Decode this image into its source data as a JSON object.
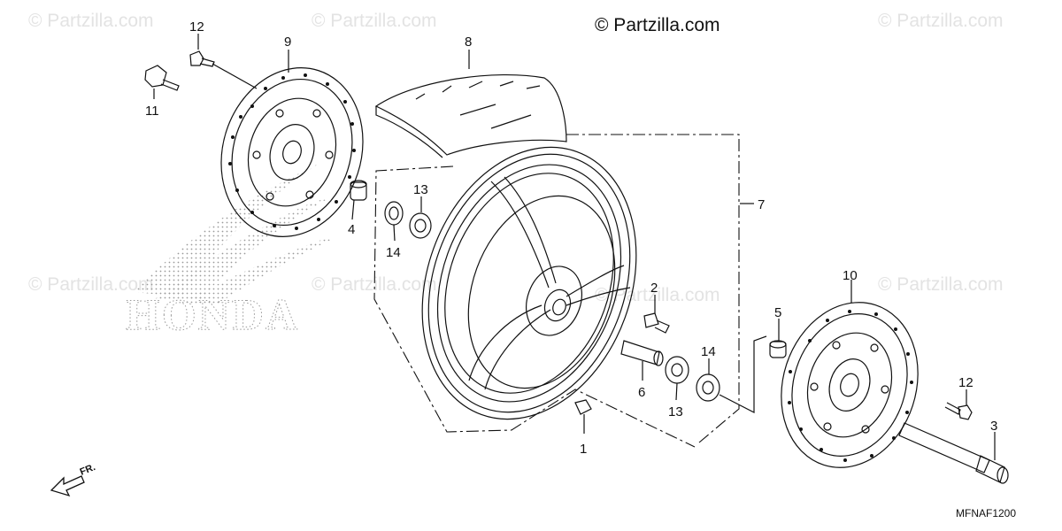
{
  "diagram": {
    "copyright": "© Partzilla.com",
    "watermark_text": "© Partzilla.com",
    "drawing_code": "MFNAF1200",
    "direction_label": "FR.",
    "brand_text": "HONDA",
    "callouts": [
      "1",
      "2",
      "3",
      "4",
      "5",
      "6",
      "7",
      "8",
      "9",
      "10",
      "11",
      "12",
      "12",
      "13",
      "13",
      "14",
      "14"
    ]
  }
}
